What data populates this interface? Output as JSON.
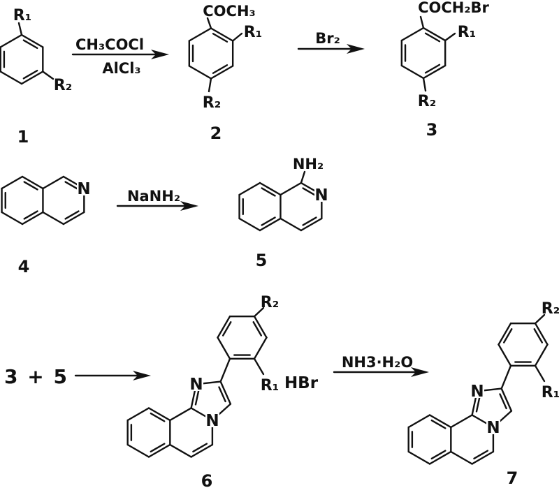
{
  "row1": {
    "compound1": {
      "number": "1",
      "r1": "R₁",
      "r2": "R₂"
    },
    "step1": {
      "above": "CH₃COCl",
      "below": "AlCl₃"
    },
    "compound2": {
      "number": "2",
      "acyl": "COCH₃",
      "r1": "R₁",
      "r2": "R₂"
    },
    "step2": {
      "above": "Br₂"
    },
    "compound3": {
      "number": "3",
      "acyl": "COCH₂Br",
      "r1": "R₁",
      "r2": "R₂"
    }
  },
  "row2": {
    "compound4": {
      "number": "4",
      "n": "N"
    },
    "step3": {
      "above": "NaNH₂"
    },
    "compound5": {
      "number": "5",
      "amine": "NH₂",
      "n": "N"
    }
  },
  "row3": {
    "reactants": "3 + 5",
    "compound6": {
      "number": "6",
      "r1": "R₁",
      "r2": "R₂",
      "n1": "N",
      "n4": "N",
      "salt": "HBr"
    },
    "step4": {
      "above": "NH3·H₂O"
    },
    "compound7": {
      "number": "7",
      "r1": "R₁",
      "r2": "R₂",
      "n1": "N",
      "n4": "N"
    }
  }
}
